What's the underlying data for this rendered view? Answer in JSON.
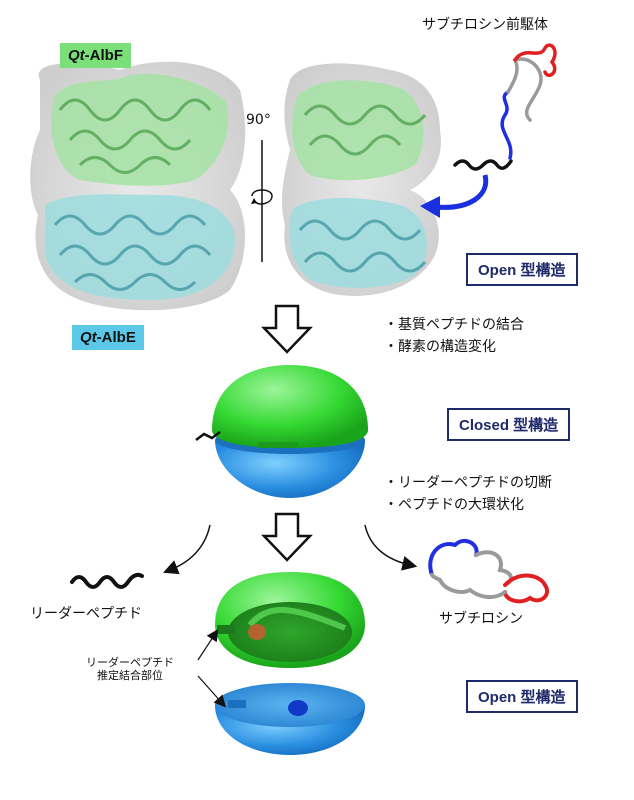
{
  "labels": {
    "albF_prefix": "Qt",
    "albF_suffix": "-AlbF",
    "albE_prefix": "Qt",
    "albE_suffix": "-AlbE",
    "rotation": "90°",
    "precursor": "サブチロシン前駆体",
    "leader_peptide": "リーダーペプチド",
    "subtilosin": "サブチロシン",
    "binding_site_line1": "リーダーペプチド",
    "binding_site_line2": "推定結合部位"
  },
  "states": {
    "open_1": "Open 型構造",
    "closed": "Closed 型構造",
    "open_2": "Open 型構造"
  },
  "steps": {
    "step1": [
      "・基質ペプチドの結合",
      "・酵素の構造変化"
    ],
    "step2": [
      "・リーダーペプチドの切断",
      "・ペプチドの大環状化"
    ]
  },
  "colors": {
    "albF_green": "#7be07a",
    "albE_cyan": "#5cc8e8",
    "domain_green": "#3ddc3a",
    "domain_blue": "#2f8fe0",
    "box_navy": "#1f2a6b",
    "arrow_blue": "#1a2fe0",
    "peptide_red": "#e02020",
    "peptide_blue": "#2030e0",
    "peptide_gray": "#9a9a9a"
  }
}
